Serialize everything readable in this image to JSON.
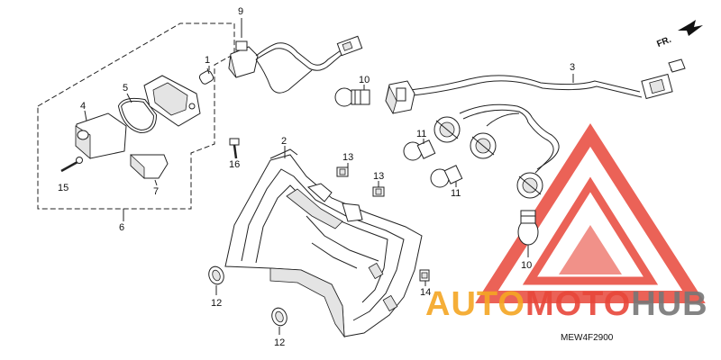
{
  "diagram": {
    "direction_label": "FR.",
    "drawing_code": "MEW4F2900",
    "watermark": {
      "text_part1": "AUTO",
      "text_part2": "MOTO",
      "text_part3": "HUB",
      "color_orange": "#f5a623",
      "color_red": "#e8473a",
      "color_gray": "#777777"
    },
    "callouts": {
      "c1": "1",
      "c2": "2",
      "c3": "3",
      "c4": "4",
      "c5": "5",
      "c6": "6",
      "c7": "7",
      "c9": "9",
      "c10a": "10",
      "c10b": "10",
      "c11a": "11",
      "c11b": "11",
      "c12a": "12",
      "c12b": "12",
      "c13a": "13",
      "c13b": "13",
      "c14": "14",
      "c15": "15",
      "c16": "16"
    }
  }
}
